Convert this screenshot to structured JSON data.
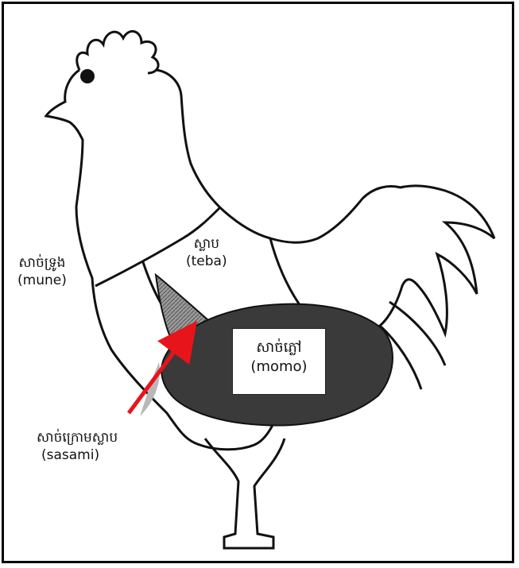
{
  "labels": {
    "mune": {
      "khmer": "សាច់ទ្រូង",
      "latin": "(mune)"
    },
    "teba": {
      "khmer": "ស្លាប",
      "latin": "(teba)"
    },
    "momo": {
      "khmer": "សាច់ភ្លៅ",
      "latin": "(momo)"
    },
    "sasami": {
      "khmer": "សាច់ក្រោមស្លាប",
      "latin": "(sasami)"
    }
  },
  "colors": {
    "outline": "#111111",
    "thigh_fill": "#3a3a3a",
    "sasami_fill": "#8a8a8a",
    "arrow": "#e8141b"
  }
}
